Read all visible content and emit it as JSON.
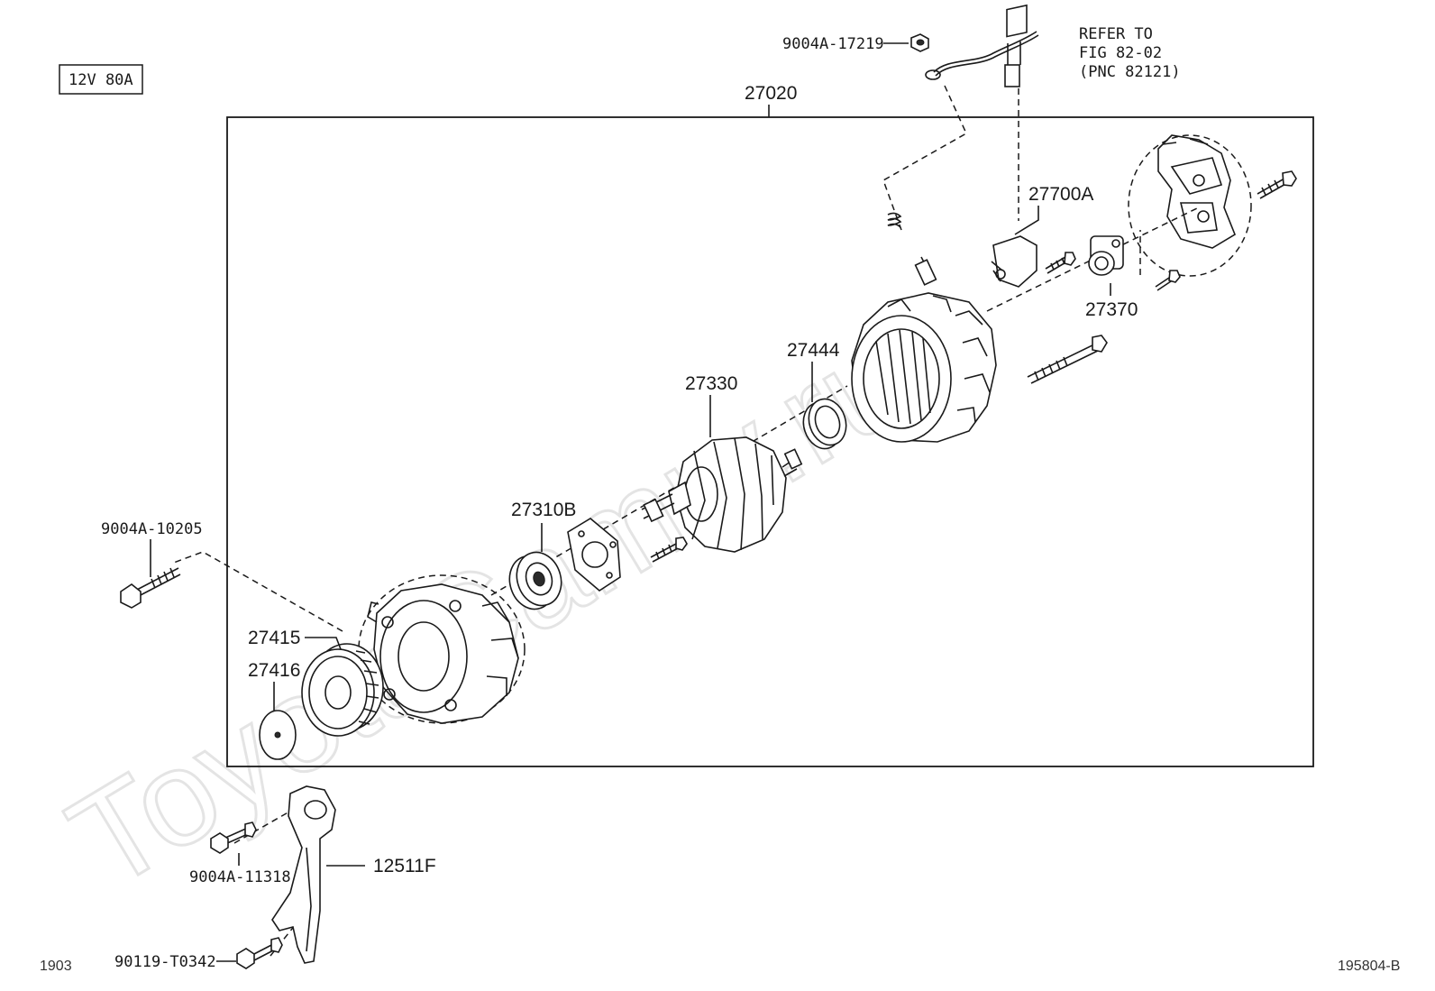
{
  "header": {
    "spec_badge": "12V 80A"
  },
  "assembly": {
    "part_no": "27020"
  },
  "reference": {
    "line1": "REFER TO",
    "line2": "FIG 82-02",
    "line3": "(PNC 82121)"
  },
  "parts": {
    "nut_top": "9004A-17219",
    "regulator": "27700A",
    "brush_holder": "27370",
    "bearing_retainer": "27444",
    "rotor": "27330",
    "bearing_front": "27310B",
    "bolt_long": "9004A-10205",
    "pulley": "27415",
    "pulley_cap": "27416",
    "bolt_bracket": "9004A-11318",
    "bracket": "12511F",
    "bolt_bottom": "90119-T0342"
  },
  "footer": {
    "page_code": "1903",
    "figure_code": "195804-B"
  },
  "watermark": {
    "text": "ToyotaCamry.ru"
  }
}
